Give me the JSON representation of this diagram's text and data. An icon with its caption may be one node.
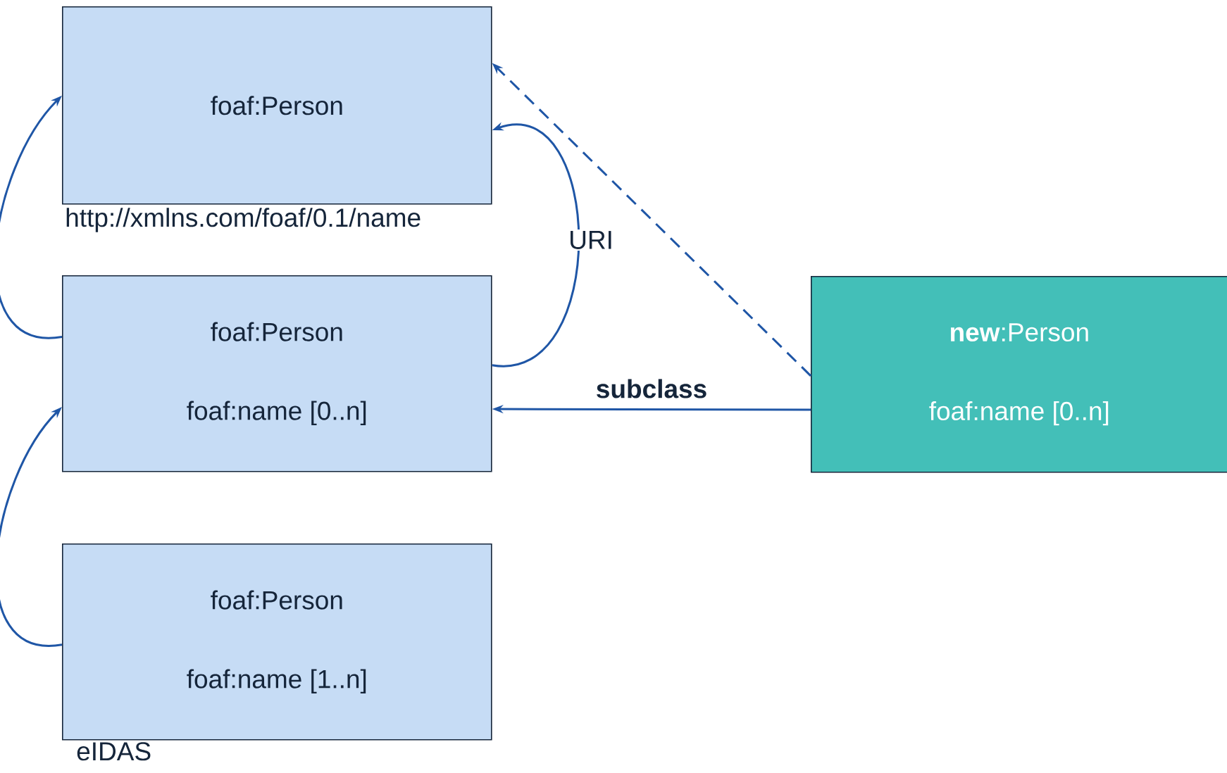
{
  "diagram": {
    "nodes": [
      {
        "text": [
          "foaf:Person"
        ],
        "beside": [
          "http://xmlns.com/foaf/0.1/name"
        ]
      },
      {
        "text": [
          "foaf:Person",
          "foaf:name [0..n]"
        ]
      },
      {
        "text": [
          "foaf:Person",
          "foaf:name [1..n]"
        ],
        "beside": [
          "eIDAS"
        ]
      },
      {
        "text": [
          "**new**:Person",
          "foaf:name [0..n]"
        ]
      }
    ],
    "edges": [
      {
        "from": 1,
        "to": 0,
        "arrow": "to"
      },
      {
        "from": 2,
        "to": 1,
        "arrow": "to"
      },
      {
        "from": 1,
        "to": 0,
        "arrow": "to",
        "label": "URI"
      },
      {
        "from": 3,
        "to": 1,
        "arrow": "to",
        "label": "subclass"
      },
      {
        "from": 3,
        "to": 0,
        "arrow": "to",
        "style": "dashed"
      }
    ]
  }
}
